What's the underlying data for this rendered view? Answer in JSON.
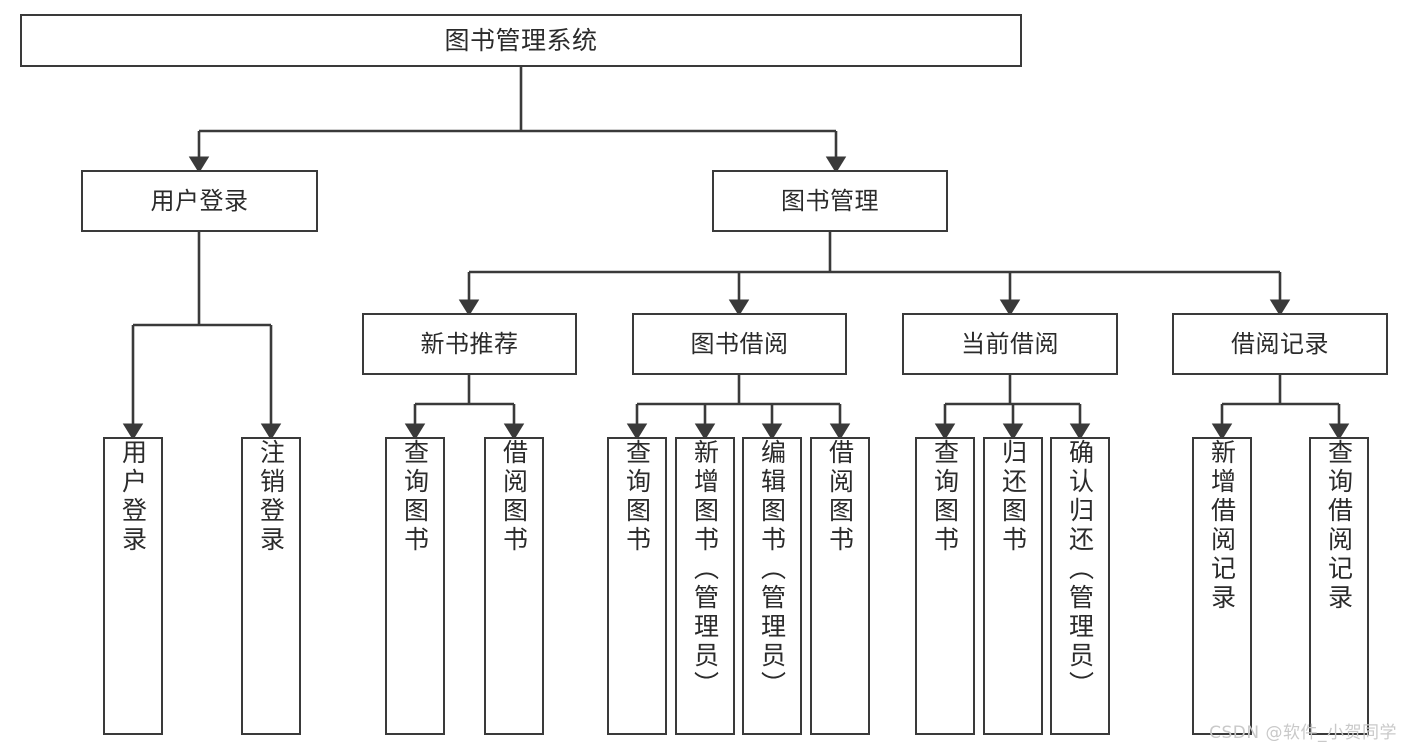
{
  "diagram": {
    "title": "图书管理系统",
    "type": "tree",
    "root": {
      "id": "root",
      "label": "图书管理系统",
      "orientation": "horizontal"
    },
    "level2": [
      {
        "id": "user-login",
        "label": "用户登录",
        "orientation": "horizontal"
      },
      {
        "id": "book-manage",
        "label": "图书管理",
        "orientation": "horizontal"
      }
    ],
    "level3": [
      {
        "id": "new-book-rec",
        "label": "新书推荐",
        "orientation": "horizontal"
      },
      {
        "id": "book-borrow",
        "label": "图书借阅",
        "orientation": "horizontal"
      },
      {
        "id": "current-borrow",
        "label": "当前借阅",
        "orientation": "horizontal"
      },
      {
        "id": "borrow-record",
        "label": "借阅记录",
        "orientation": "horizontal"
      }
    ],
    "leaves": {
      "user_login": [
        {
          "id": "leaf-user-login",
          "label": "用户登录"
        },
        {
          "id": "leaf-logout",
          "label": "注销登录"
        }
      ],
      "new_book_rec": [
        {
          "id": "leaf-query-book-1",
          "label": "查询图书"
        },
        {
          "id": "leaf-borrow-book-1",
          "label": "借阅图书"
        }
      ],
      "book_borrow": [
        {
          "id": "leaf-query-book-2",
          "label": "查询图书"
        },
        {
          "id": "leaf-add-book",
          "label": "新增图书（管理员）"
        },
        {
          "id": "leaf-edit-book",
          "label": "编辑图书（管理员）"
        },
        {
          "id": "leaf-borrow-book-2",
          "label": "借阅图书"
        }
      ],
      "current_borrow": [
        {
          "id": "leaf-query-book-3",
          "label": "查询图书"
        },
        {
          "id": "leaf-return-book",
          "label": "归还图书"
        },
        {
          "id": "leaf-confirm-return",
          "label": "确认归还（管理员）"
        }
      ],
      "borrow_record": [
        {
          "id": "leaf-add-record",
          "label": "新增借阅记录"
        },
        {
          "id": "leaf-query-record",
          "label": "查询借阅记录"
        }
      ]
    }
  },
  "watermark": {
    "text": "CSDN @软件_小贺同学"
  },
  "colors": {
    "box_border": "#3a3a3a",
    "box_fill": "#ffffff",
    "text": "#2b2b2b",
    "edge": "#3a3a3a",
    "watermark": "#c9c9c9",
    "background": "#ffffff"
  }
}
